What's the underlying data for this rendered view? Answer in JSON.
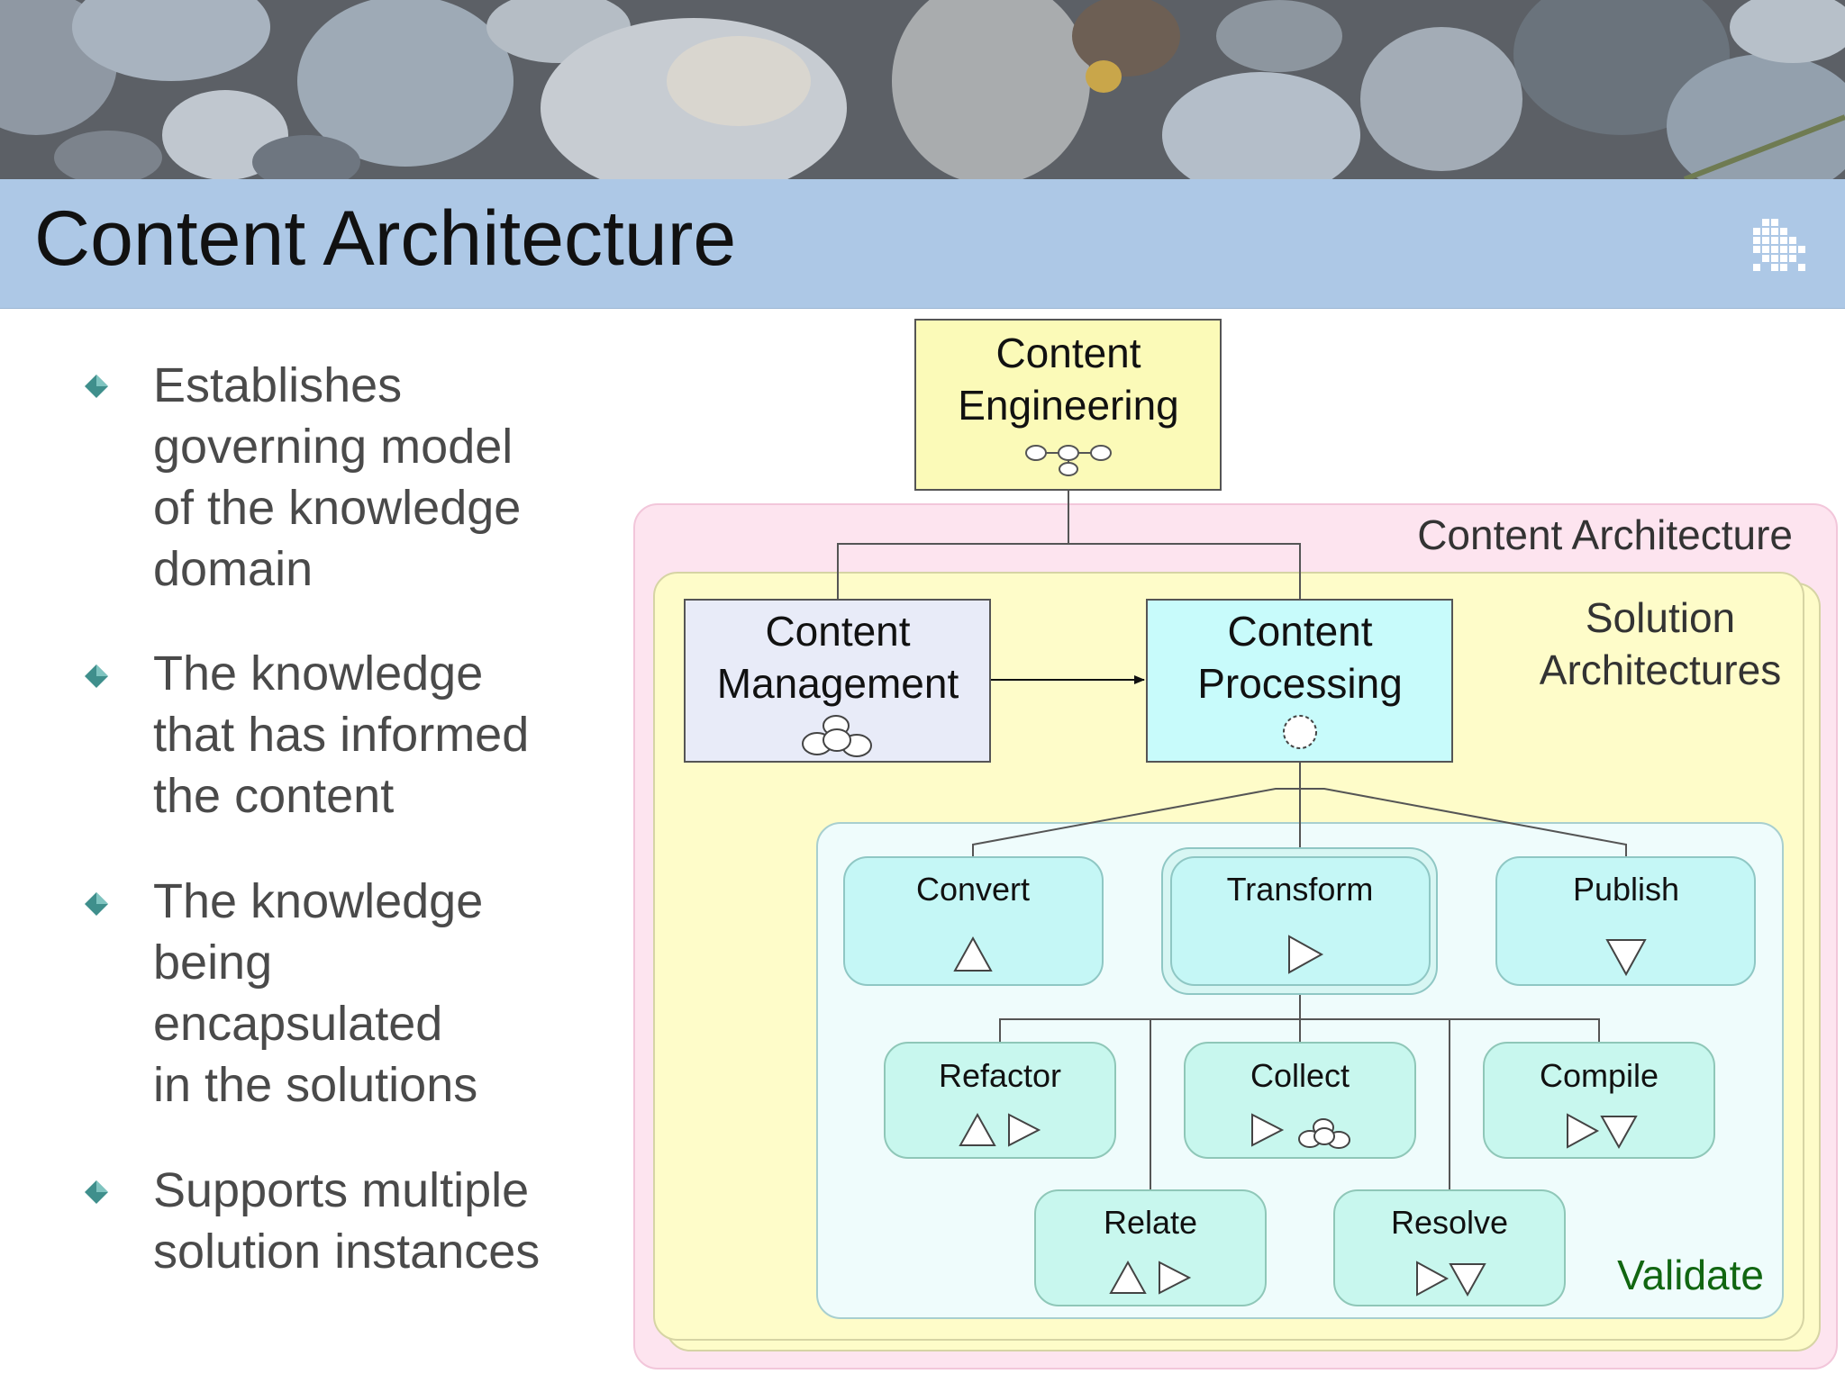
{
  "slide": {
    "title": "Content Architecture"
  },
  "bullets": [
    {
      "lines": [
        "Establishes",
        "governing model",
        "of the knowledge",
        "domain"
      ]
    },
    {
      "lines": [
        "The knowledge",
        "that has informed",
        "the content"
      ]
    },
    {
      "lines": [
        "The knowledge",
        "being",
        "encapsulated",
        "in the solutions"
      ]
    },
    {
      "lines": [
        "Supports multiple",
        "solution instances"
      ]
    }
  ],
  "diagram": {
    "content_architecture_label": "Content Architecture",
    "solution_architectures_label": [
      "Solution",
      "Architectures"
    ],
    "validate_label": "Validate",
    "content_engineering": [
      "Content",
      "Engineering"
    ],
    "content_management": [
      "Content",
      "Management"
    ],
    "content_processing": [
      "Content",
      "Processing"
    ],
    "processes": {
      "convert": "Convert",
      "transform": "Transform",
      "publish": "Publish",
      "refactor": "Refactor",
      "collect": "Collect",
      "compile": "Compile",
      "relate": "Relate",
      "resolve": "Resolve"
    },
    "colors": {
      "outer_pink": "#fde4ef",
      "solution_yellow": "#fefcc9",
      "engineering_yellow": "#fbfab8",
      "management_lavender": "#e8ebf8",
      "processing_cyan": "#c8fbfb",
      "process_cyan": "#c5f7f6",
      "inner_panel": "#effcfc",
      "validate_green": "#116611"
    }
  }
}
